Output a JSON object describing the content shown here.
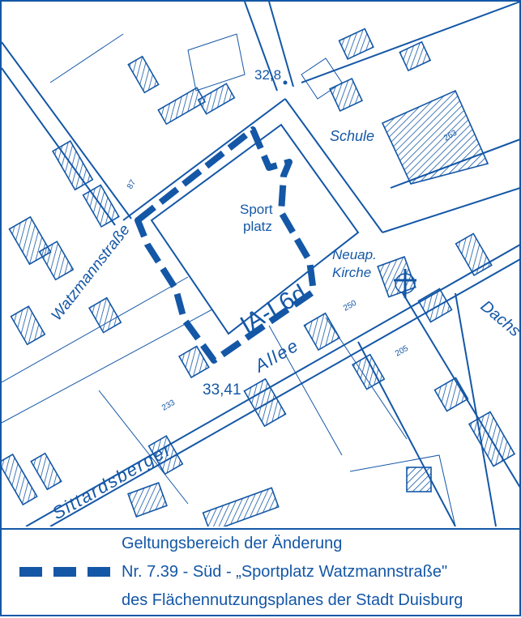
{
  "map": {
    "labels": {
      "height_north": "32,8",
      "height_south": "33,41",
      "street_watzmann": "Watzmannstraße",
      "street_sittard": "Sittardsberger",
      "street_allee": "Allee",
      "street_dachs": "Dachs",
      "school": "Schule",
      "sport_line1": "Sport",
      "sport_line2": "platz",
      "church_line1": "Neuap.",
      "church_line2": "Kirche",
      "area_code": "IA-L6d",
      "house_263": "263",
      "house_87": "87",
      "house_233": "233",
      "house_250": "250",
      "house_205": "205"
    }
  },
  "legend": {
    "line1": "Geltungsbereich der Änderung",
    "line2": "Nr. 7.39 - Süd - „Sportplatz Watzmannstraße\"",
    "line3": "des Flächennutzungsplanes der Stadt Duisburg"
  },
  "colors": {
    "map_blue": "#1457a6",
    "background": "#ffffff"
  }
}
